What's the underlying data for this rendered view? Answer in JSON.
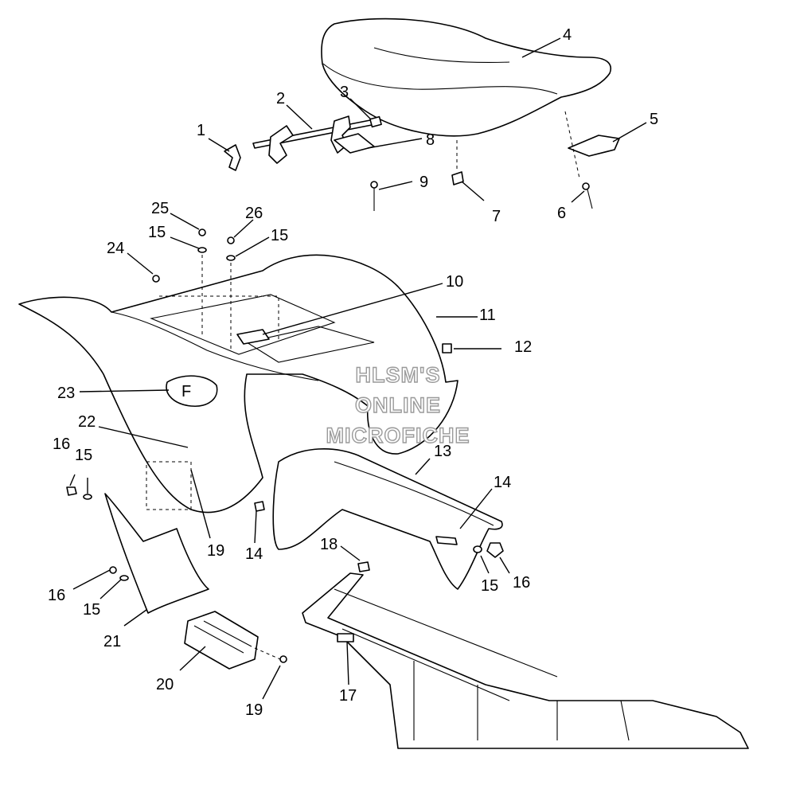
{
  "watermark": [
    "HLSM'S",
    "ONLINE",
    "MICROFICHE"
  ],
  "callouts": {
    "c1": "1",
    "c2": "2",
    "c3": "3",
    "c4": "4",
    "c5": "5",
    "c6": "6",
    "c7": "7",
    "c8": "8",
    "c9": "9",
    "c10": "10",
    "c11": "11",
    "c12": "12",
    "c13": "13",
    "c14a": "14",
    "c14b": "14",
    "c15a": "15",
    "c15b": "15",
    "c15c": "15",
    "c15d": "15",
    "c15e": "15",
    "c16a": "16",
    "c16b": "16",
    "c16c": "16",
    "c17": "17",
    "c18": "18",
    "c19a": "19",
    "c19b": "19",
    "c20": "20",
    "c21": "21",
    "c22": "22",
    "c23": "23",
    "c24": "24",
    "c25": "25",
    "c26": "26"
  }
}
